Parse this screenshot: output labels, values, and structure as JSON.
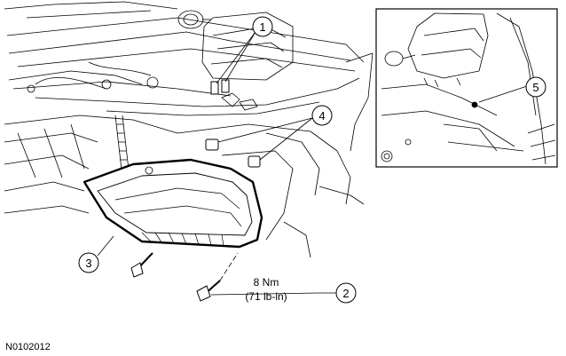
{
  "figure": {
    "code": "N0102012",
    "torque": {
      "value": "8 Nm",
      "imperial": "(71 lb-in)"
    },
    "callouts": [
      {
        "label": "1"
      },
      {
        "label": "2"
      },
      {
        "label": "3"
      },
      {
        "label": "4"
      },
      {
        "label": "5"
      }
    ]
  }
}
